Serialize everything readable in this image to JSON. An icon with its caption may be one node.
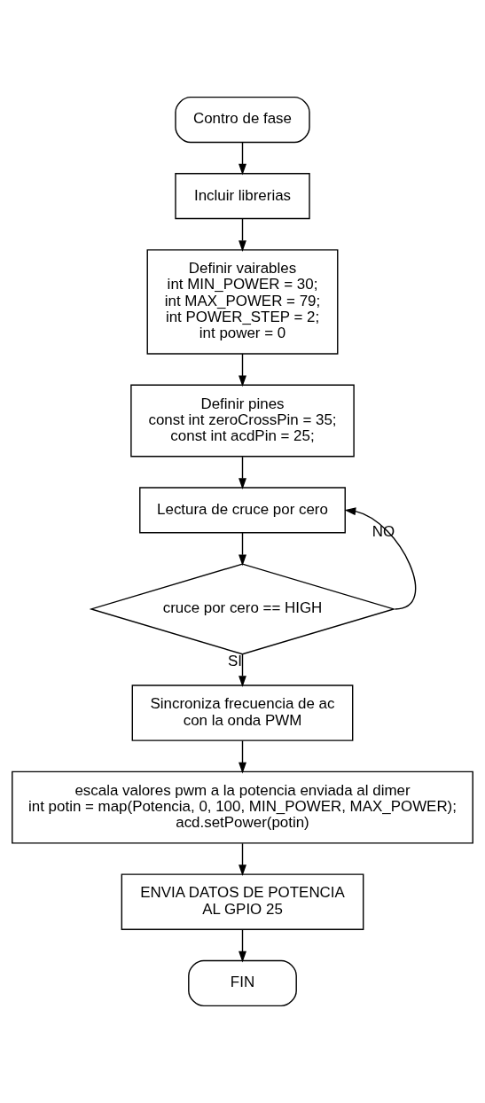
{
  "diagram": {
    "nodes": [
      {
        "text": [
          "Contro de fase"
        ]
      },
      {
        "text": [
          "Incluir librerias"
        ]
      },
      {
        "text": [
          "Definir vairables",
          "int MIN_POWER = 30;",
          "int MAX_POWER = 79;",
          "int POWER_STEP = 2;",
          "int power = 0"
        ]
      },
      {
        "text": [
          "Definir pines",
          "const int zeroCrossPin = 35;",
          "const int acdPin = 25;"
        ]
      },
      {
        "text": [
          "Lectura de cruce por cero"
        ]
      },
      {
        "text": [
          "cruce por cero == HIGH"
        ]
      },
      {
        "text": [
          "Sincroniza frecuencia de ac con la onda PWM"
        ]
      },
      {
        "text": [
          "escala valores pwm a la potencia enviada al dimer",
          "int potin = map(Potencia, 0, 100, MIN_POWER, MAX_POWER);",
          "acd.setPower(potin)"
        ]
      },
      {
        "text": [
          "ENVIA DATOS DE POTENCIA AL GPIO 25"
        ]
      },
      {
        "text": [
          "FIN"
        ]
      }
    ],
    "edges": [
      {
        "from": 0,
        "to": 1,
        "arrow": "to"
      },
      {
        "from": 1,
        "to": 2,
        "arrow": "to"
      },
      {
        "from": 2,
        "to": 3,
        "arrow": "to"
      },
      {
        "from": 3,
        "to": 4,
        "arrow": "to"
      },
      {
        "from": 4,
        "to": 5,
        "arrow": "to"
      },
      {
        "from": 5,
        "to": 6,
        "arrow": "to",
        "label": "SI"
      },
      {
        "from": 5,
        "to": 4,
        "arrow": "to",
        "label": "NO"
      },
      {
        "from": 6,
        "to": 7,
        "arrow": "to"
      },
      {
        "from": 7,
        "to": 8,
        "arrow": "to"
      },
      {
        "from": 8,
        "to": 9,
        "arrow": "to"
      }
    ]
  }
}
